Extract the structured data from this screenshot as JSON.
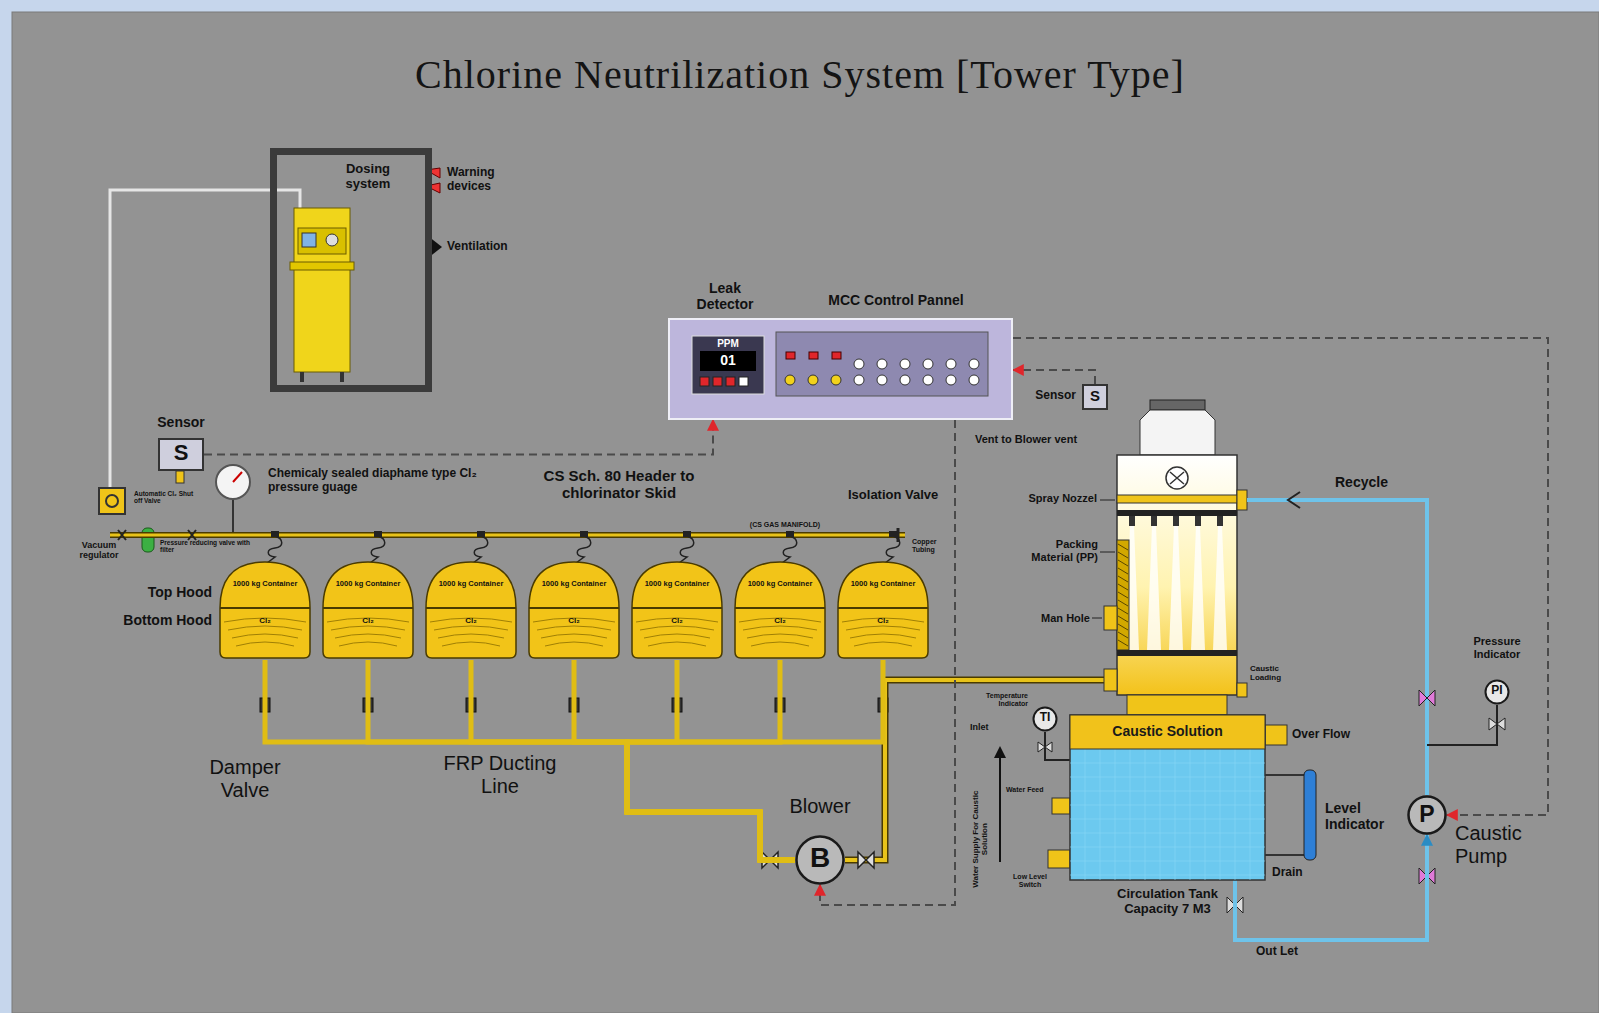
{
  "diagram": {
    "title": "Chlorine Neutrilization System [Tower Type]",
    "nodes": [
      {
        "text": [
          "Dosing system"
        ]
      },
      {
        "text": [
          "Leak Detector",
          "MCC Control Pannel"
        ]
      },
      {
        "text": [
          "PPM",
          "01"
        ],
        "in": 1
      },
      {
        "text": [
          "Sensor",
          "S"
        ]
      },
      {
        "text": [
          "Sensor",
          "S"
        ]
      },
      {
        "text": [
          "1000 kg Container",
          "Cl₂"
        ]
      },
      {
        "text": [
          "1000 kg Container",
          "Cl₂"
        ]
      },
      {
        "text": [
          "1000 kg Container",
          "Cl₂"
        ]
      },
      {
        "text": [
          "1000 kg Container",
          "Cl₂"
        ]
      },
      {
        "text": [
          "1000 kg Container",
          "Cl₂"
        ]
      },
      {
        "text": [
          "1000 kg Container",
          "Cl₂"
        ]
      },
      {
        "text": [
          "1000 kg Container",
          "Cl₂"
        ]
      },
      {
        "text": [
          "Caustic Solution",
          "Circulation Tank Capacity 7 M3"
        ]
      },
      {
        "text": [
          "B",
          "Blower"
        ]
      },
      {
        "text": [
          "P",
          "Caustic Pump"
        ]
      },
      {
        "text": [
          "PI",
          "Pressure Indicator"
        ]
      },
      {
        "text": [
          "TI",
          "Temperature Indicator"
        ]
      }
    ],
    "edges": [
      {
        "from": 5,
        "to": 13,
        "arrow": "none"
      },
      {
        "from": 6,
        "to": 13,
        "arrow": "none"
      },
      {
        "from": 7,
        "to": 13,
        "arrow": "none"
      },
      {
        "from": 8,
        "to": 13,
        "arrow": "none"
      },
      {
        "from": 9,
        "to": 13,
        "arrow": "none"
      },
      {
        "from": 10,
        "to": 13,
        "arrow": "none"
      },
      {
        "from": 11,
        "to": 13,
        "arrow": "none"
      },
      {
        "from": 12,
        "to": 14,
        "label": "Out Let",
        "arrow": "to"
      },
      {
        "from": 1,
        "to": 14,
        "arrow": "to"
      },
      {
        "from": 1,
        "to": 13,
        "arrow": "to"
      },
      {
        "from": 3,
        "to": 1,
        "arrow": "to"
      },
      {
        "from": 4,
        "to": 1,
        "arrow": "to"
      }
    ],
    "labels": [
      "Warning devices",
      "Ventilation",
      "Chemicaly sealed diaphame type Cl₂ pressure guage",
      "CS Sch. 80 Header to chlorinator Skid",
      "Isolation Valve",
      "(CS GAS MANIFOLD)",
      "Copper Tubing",
      "Automatic Cl₂ Shut off Valve",
      "Vacuum regulator",
      "Pressure reducing valve with filter",
      "Top Hood",
      "Bottom Hood",
      "Damper Valve",
      "FRP Ducting Line",
      "Vent to Blower vent",
      "Spray Nozzel",
      "Packing Material (PP)",
      "Man Hole",
      "Caustic Loading",
      "Over Flow",
      "Level Indicator",
      "Drain",
      "Recycle",
      "Inlet",
      "Water Supply For Caustic Solution",
      "Water Feed",
      "Low Level Switch"
    ]
  }
}
